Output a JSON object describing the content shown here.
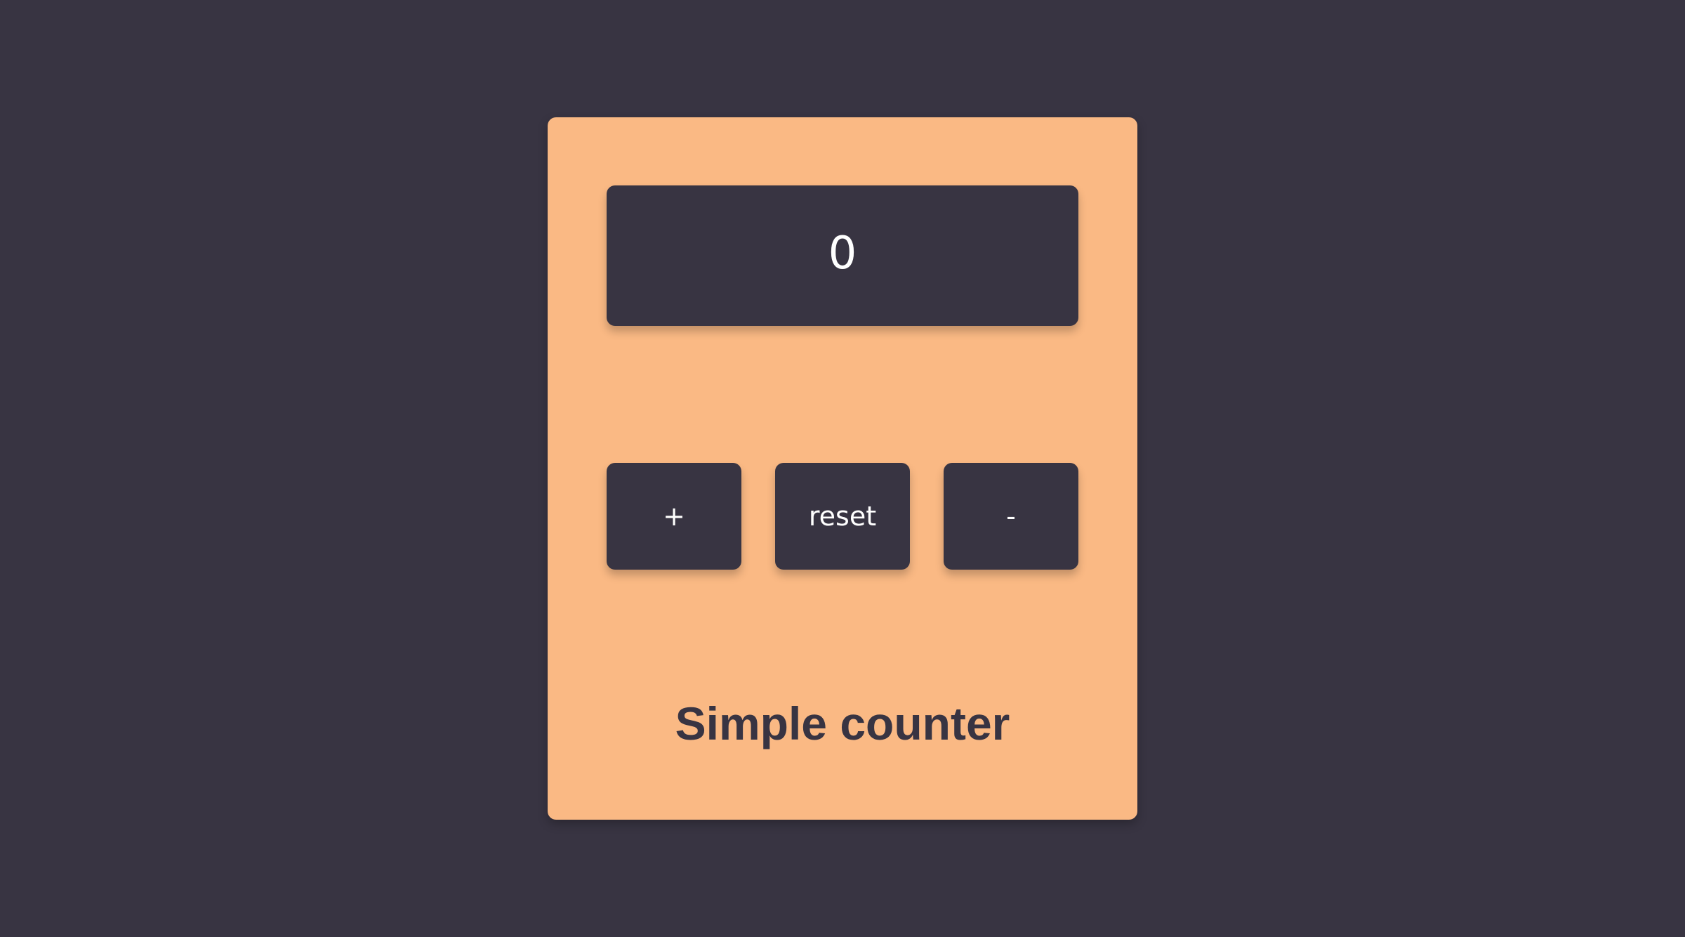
{
  "counter": {
    "value": "0",
    "buttons": {
      "increment_label": "+",
      "reset_label": "reset",
      "decrement_label": "-"
    },
    "title": "Simple counter"
  },
  "colors": {
    "background": "#383442",
    "card": "#fab984",
    "button": "#383442",
    "button_text": "#ffffff",
    "title_text": "#383442"
  }
}
